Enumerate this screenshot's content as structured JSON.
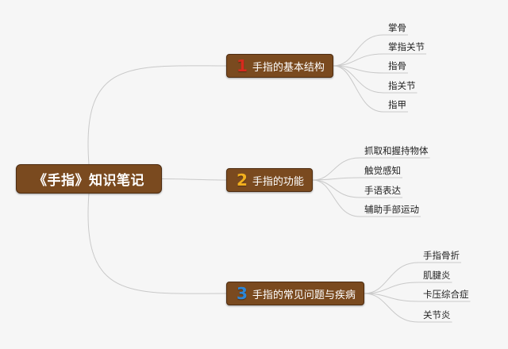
{
  "root": {
    "label": "《手指》知识笔记"
  },
  "branches": [
    {
      "number": "1",
      "number_color": "#d62a1e",
      "label": "手指的基本结构",
      "children": [
        "掌骨",
        "掌指关节",
        "指骨",
        "指关节",
        "指甲"
      ]
    },
    {
      "number": "2",
      "number_color": "#f2b01e",
      "label": "手指的功能",
      "children": [
        "抓取和握持物体",
        "触觉感知",
        "手语表达",
        "辅助手部运动"
      ]
    },
    {
      "number": "3",
      "number_color": "#2d86d6",
      "label": "手指的常见问题与疾病",
      "children": [
        "手指骨折",
        "肌腱炎",
        "卡压综合症",
        "关节炎"
      ]
    }
  ],
  "colors": {
    "node_fill": "#7a4a1f",
    "node_border": "#4e2c10",
    "connector": "#c9c9c9",
    "background": "#f6f6f6"
  }
}
